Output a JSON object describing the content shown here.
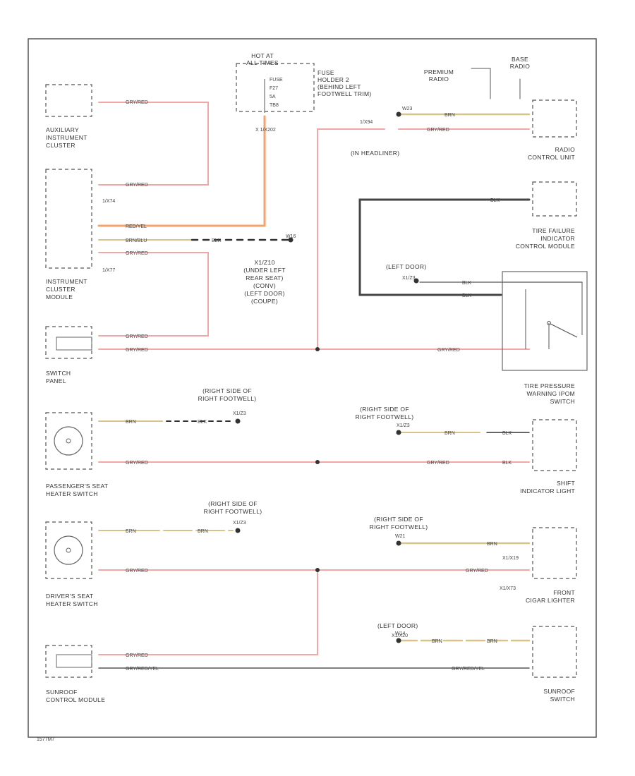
{
  "components": {
    "hot_at": "HOT AT\nALL TIMES",
    "fuse_holder": "FUSE\nHOLDER 2\n(BEHIND LEFT\nFOOTWELL TRIM)",
    "fuse_labels": [
      "FUSE",
      "F27",
      "5A",
      "TB8"
    ],
    "aux_cluster": "AUXILIARY\nINSTRUMENT\nCLUSTER",
    "instrument_cluster": "INSTRUMENT\nCLUSTER\nMODULE",
    "switch_panel": "SWITCH\nPANEL",
    "passenger_heater": "PASSENGER'S SEAT\nHEATER SWITCH",
    "driver_heater": "DRIVER'S SEAT\nHEATER SWITCH",
    "sunroof_module": "SUNROOF\nCONTROL MODULE",
    "premium_radio": "PREMIUM\nRADIO",
    "base_radio": "BASE\nRADIO",
    "radio_control": "RADIO\nCONTROL UNIT",
    "tire_failure": "TIRE FAILURE\nINDICATOR\nCONTROL MODULE",
    "tire_switch": "TIRE PRESSURE\nWARNING IPOM\nSWITCH",
    "shift_light": "SHIFT\nINDICATOR LIGHT",
    "cigar_lighter": "FRONT\nCIGAR LIGHTER",
    "sunroof_switch": "SUNROOF\nSWITCH"
  },
  "connectors": {
    "x1": "X 1/X202",
    "x2": "1/X94",
    "x3": "1/X74",
    "x4": "1/X77",
    "x5": "X1/X19",
    "x6": "X1/X73",
    "x7": "X1/X20"
  },
  "locations": {
    "in_headliner": "(IN HEADLINER)",
    "under_seat": "X1/Z10\n(UNDER LEFT\nREAR SEAT)\n(CONV)\n(LEFT DOOR)\n(COUPE)",
    "left_door_1": "(LEFT DOOR)",
    "left_door_2": "(LEFT DOOR)",
    "right_footwell_1": "(RIGHT SIDE OF\nRIGHT FOOTWELL)",
    "right_footwell_2": "(RIGHT SIDE OF\nRIGHT FOOTWELL)",
    "right_footwell_3": "(RIGHT SIDE OF\nRIGHT FOOTWELL)",
    "right_footwell_4": "(RIGHT SIDE OF\nRIGHT FOOTWELL)"
  },
  "ground_ids": {
    "g1": "X1/Z3",
    "g2": "X1/Z3",
    "g3": "X1/Z3",
    "g4": "X1/Z3",
    "g5": "W21",
    "g6": "W23",
    "g7": "W14",
    "g8": "W16"
  },
  "wire_labels": {
    "red_yel": "RED/YEL",
    "brn_blu": "BRN/BLU",
    "gry_red": "GRY/RED",
    "gry_red_yel": "GRY/RED/YEL",
    "brn": "BRN",
    "blk": "BLK"
  },
  "footer": "1577M7"
}
